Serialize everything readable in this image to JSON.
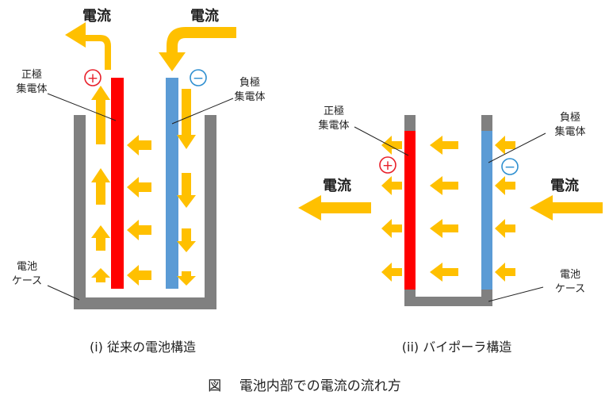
{
  "colors": {
    "arrow": "#FFC000",
    "positive_collector": "#FF0000",
    "negative_collector": "#5B9BD5",
    "case": "#808080",
    "plus_sign": "#E8202A",
    "minus_sign": "#2E8FD0",
    "text": "#222222"
  },
  "left_diagram": {
    "current_out_label": "電流",
    "current_in_label": "電流",
    "positive_label_line1": "正極",
    "positive_label_line2": "集電体",
    "negative_label_line1": "負極",
    "negative_label_line2": "集電体",
    "case_label_line1": "電池",
    "case_label_line2": "ケース",
    "plus_symbol": "+",
    "minus_symbol": "−",
    "caption": "(i)  従来の電池構造"
  },
  "right_diagram": {
    "current_out_label": "電流",
    "current_in_label": "電流",
    "positive_label_line1": "正極",
    "positive_label_line2": "集電体",
    "negative_label_line1": "負極",
    "negative_label_line2": "集電体",
    "case_label_line1": "電池",
    "case_label_line2": "ケース",
    "plus_symbol": "+",
    "minus_symbol": "−",
    "caption": "(ii)  バイポーラ構造"
  },
  "figure_caption": "図　 電池内部での電流の流れ方"
}
